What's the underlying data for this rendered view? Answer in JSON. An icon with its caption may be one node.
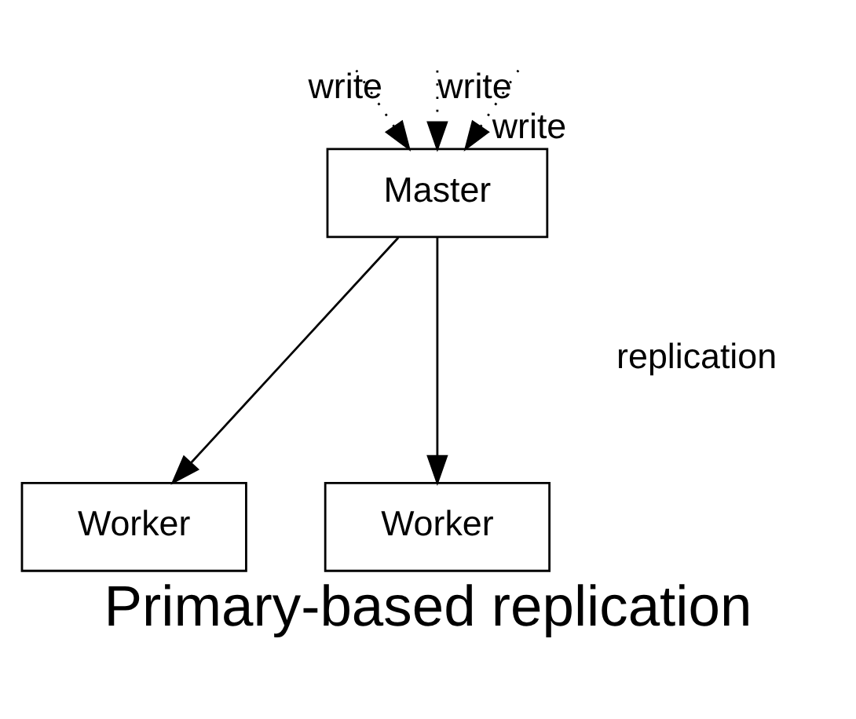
{
  "diagram": {
    "caption": "Primary-based replication",
    "nodes": [
      {
        "text": [
          "Master"
        ]
      },
      {
        "text": [
          "Worker"
        ]
      },
      {
        "text": [
          "Worker"
        ]
      }
    ],
    "edges": [
      {
        "from": null,
        "to": 0,
        "arrow": "to",
        "label": "write",
        "style": "dashed"
      },
      {
        "from": null,
        "to": 0,
        "arrow": "to",
        "label": "write",
        "style": "dashed"
      },
      {
        "from": null,
        "to": 0,
        "arrow": "to",
        "label": "write",
        "style": "dashed"
      },
      {
        "from": 0,
        "to": 1,
        "arrow": "to"
      },
      {
        "from": 0,
        "to": 2,
        "arrow": "to"
      }
    ],
    "labels": [
      "replication"
    ]
  }
}
